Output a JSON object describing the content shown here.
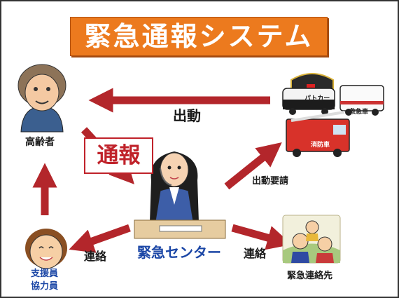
{
  "title": "緊急通報システム",
  "nodes": {
    "elderly": "高齢者",
    "center": "緊急センター",
    "supporter_line1": "支援員",
    "supporter_line2": "協力員",
    "contacts": "緊急連絡先",
    "patrol_car": "パトカー",
    "ambulance": "救急車",
    "fire_engine": "消防車"
  },
  "arrows": {
    "dispatch": "出動",
    "report": "通報",
    "dispatch_request": "出動要請",
    "contact_left": "連絡",
    "contact_right": "連絡"
  },
  "colors": {
    "title_bg": "#ec7a1e",
    "arrow": "#b3262b",
    "center_text": "#1c47a6"
  }
}
